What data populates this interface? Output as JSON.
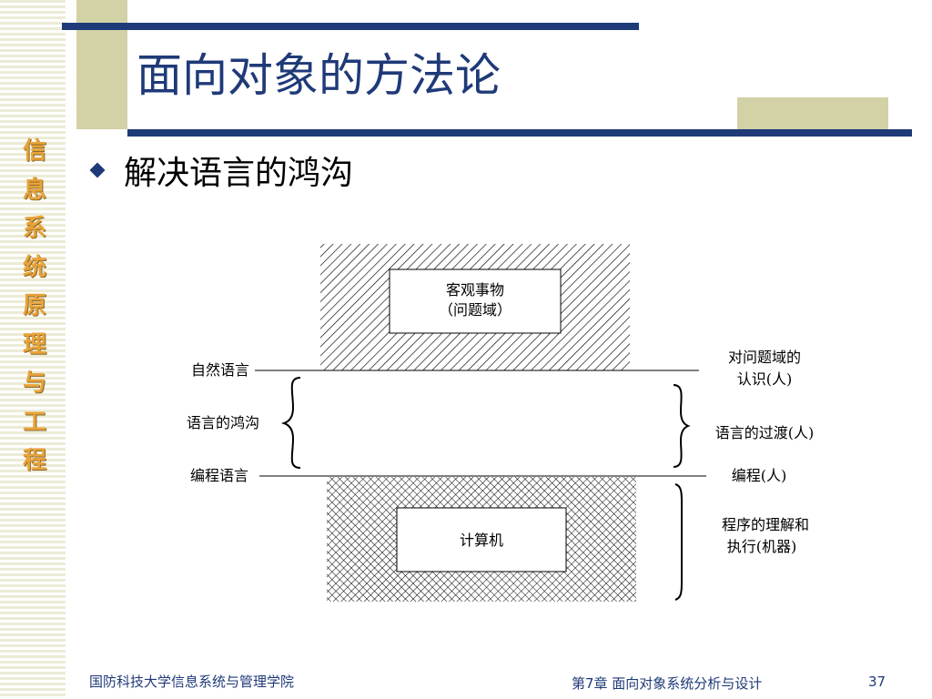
{
  "sidebar": {
    "vertical_title": [
      "信",
      "息",
      "系",
      "统",
      "原",
      "理",
      "与",
      "工",
      "程"
    ]
  },
  "title": "面向对象的方法论",
  "bullet_text": "解决语言的鸿沟",
  "diagram": {
    "top_box": {
      "line1": "客观事物",
      "line2": "（问题域）"
    },
    "bottom_box": "计算机",
    "left_labels": {
      "natural_language": "自然语言",
      "language_gap": "语言的鸿沟",
      "programming_language": "编程语言"
    },
    "right_labels": {
      "understanding_line1": "对问题域的",
      "understanding_line2": "认识(人)",
      "transition": "语言的过渡(人)",
      "programming": "编程(人)",
      "execution_line1": "程序的理解和",
      "execution_line2": "执行(机器)"
    }
  },
  "footer": {
    "institution": "国防科技大学信息系统与管理学院",
    "chapter": "第7章 面向对象系统分析与设计",
    "page_number": "37"
  }
}
